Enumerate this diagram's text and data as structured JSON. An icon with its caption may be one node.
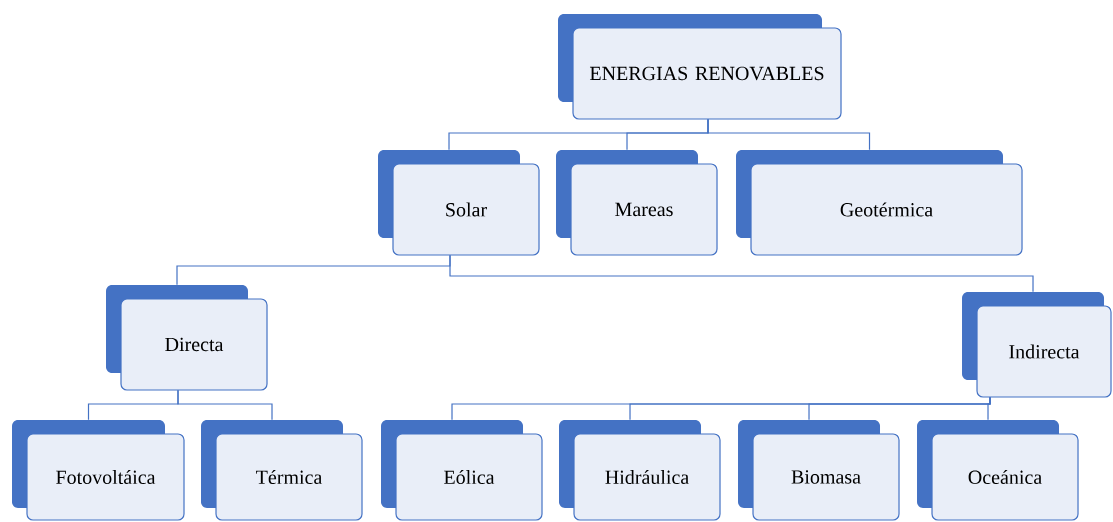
{
  "diagram": {
    "nodes": [
      {
        "text": [
          "ENERGIAS RENOVABLES"
        ]
      },
      {
        "text": [
          "Solar"
        ]
      },
      {
        "text": [
          "Mareas"
        ]
      },
      {
        "text": [
          "Geotérmica"
        ]
      },
      {
        "text": [
          "Directa"
        ]
      },
      {
        "text": [
          "Indirecta"
        ]
      },
      {
        "text": [
          "Fotovoltáica"
        ]
      },
      {
        "text": [
          "Térmica"
        ]
      },
      {
        "text": [
          "Eólica"
        ]
      },
      {
        "text": [
          "Hidráulica"
        ]
      },
      {
        "text": [
          "Biomasa"
        ]
      },
      {
        "text": [
          "Oceánica"
        ]
      }
    ],
    "edges": [
      {
        "from": 0,
        "to": 1,
        "arrow": "none"
      },
      {
        "from": 0,
        "to": 2,
        "arrow": "none"
      },
      {
        "from": 0,
        "to": 3,
        "arrow": "none"
      },
      {
        "from": 1,
        "to": 4,
        "arrow": "none"
      },
      {
        "from": 1,
        "to": 5,
        "arrow": "none"
      },
      {
        "from": 4,
        "to": 6,
        "arrow": "none"
      },
      {
        "from": 4,
        "to": 7,
        "arrow": "none"
      },
      {
        "from": 5,
        "to": 8,
        "arrow": "none"
      },
      {
        "from": 5,
        "to": 9,
        "arrow": "none"
      },
      {
        "from": 5,
        "to": 10,
        "arrow": "none"
      },
      {
        "from": 5,
        "to": 11,
        "arrow": "none"
      }
    ]
  }
}
